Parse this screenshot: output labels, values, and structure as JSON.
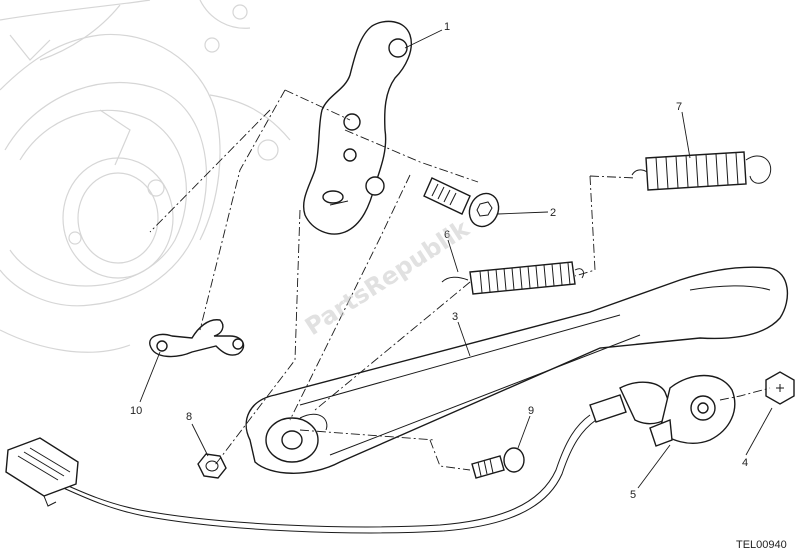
{
  "watermark": "PartsRepublik",
  "drawing_code": "TEL00940",
  "callouts": [
    {
      "id": "1",
      "label": "1"
    },
    {
      "id": "2",
      "label": "2"
    },
    {
      "id": "3",
      "label": "3"
    },
    {
      "id": "4",
      "label": "4"
    },
    {
      "id": "5",
      "label": "5"
    },
    {
      "id": "6",
      "label": "6"
    },
    {
      "id": "7",
      "label": "7"
    },
    {
      "id": "8",
      "label": "8"
    },
    {
      "id": "9",
      "label": "9"
    },
    {
      "id": "10",
      "label": "10"
    }
  ],
  "colors": {
    "line": "#1a1a1a",
    "engine_ghost": "#d6d6d6",
    "watermark": "#c9c9c9",
    "background": "#ffffff"
  }
}
